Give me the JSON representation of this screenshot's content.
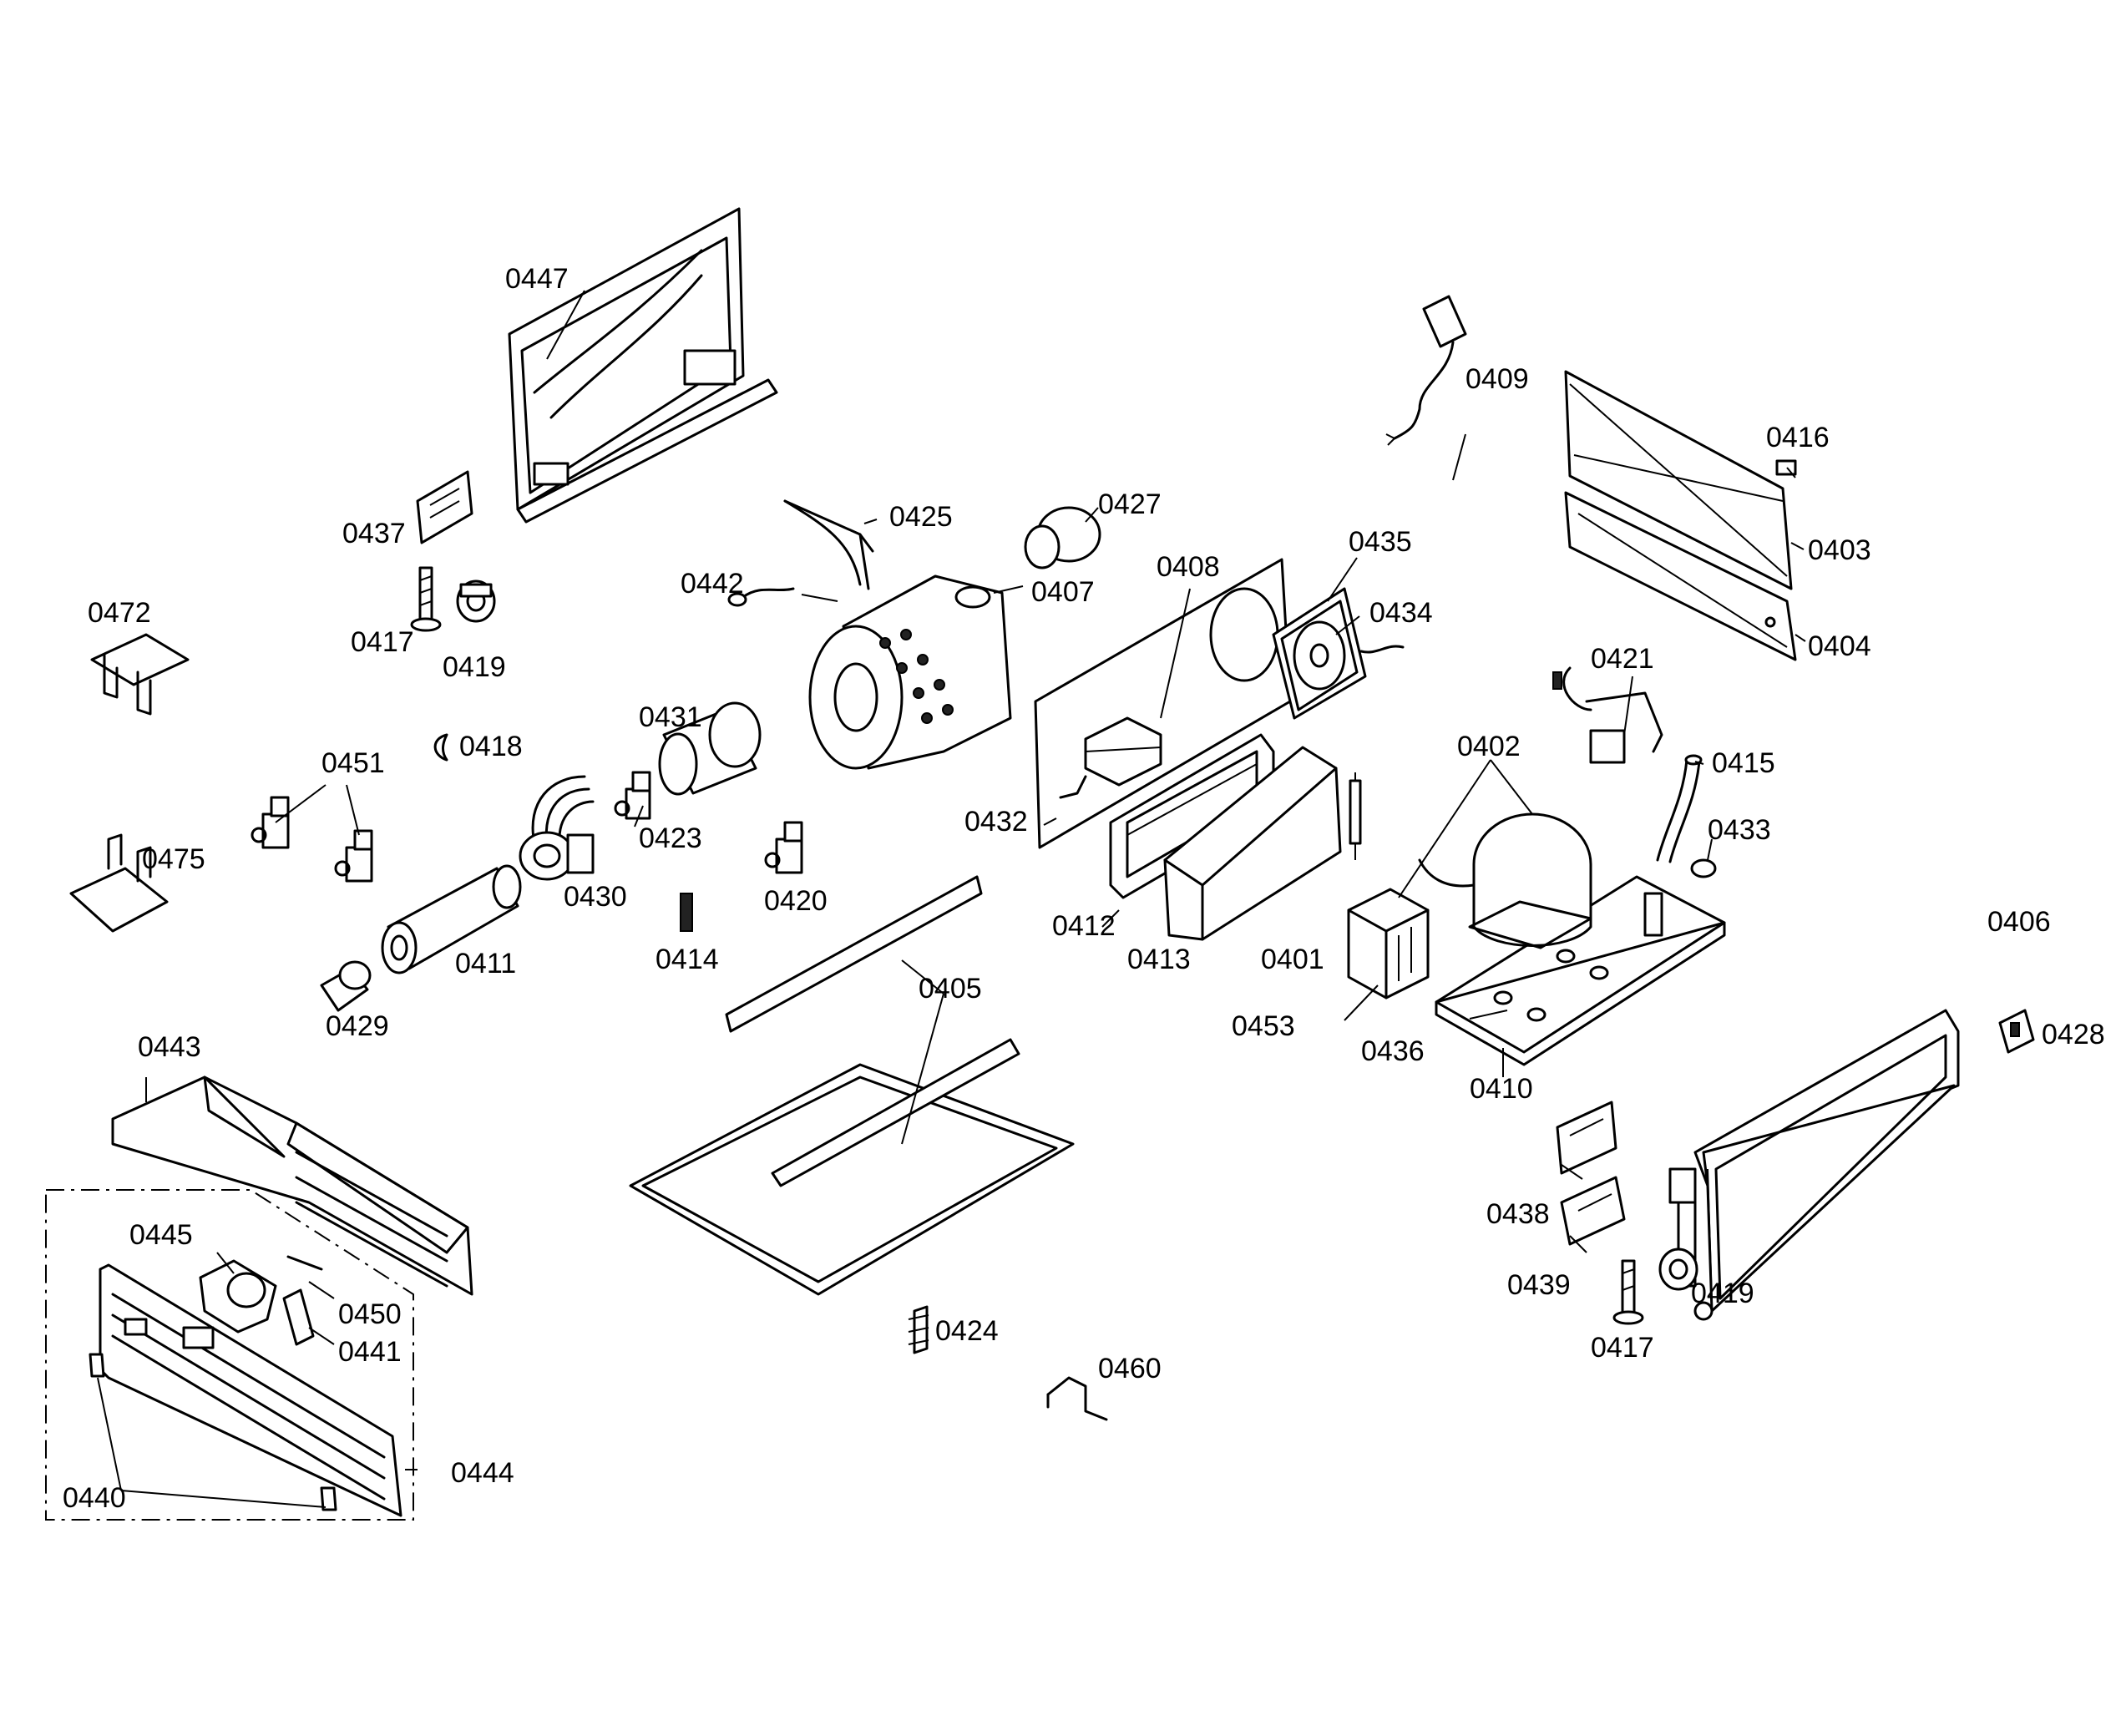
{
  "labels": {
    "l0401": "0401",
    "l0402": "0402",
    "l0403": "0403",
    "l0404": "0404",
    "l0405": "0405",
    "l0406": "0406",
    "l0407": "0407",
    "l0408": "0408",
    "l0409": "0409",
    "l0410": "0410",
    "l0411": "0411",
    "l0412": "0412",
    "l0413": "0413",
    "l0414": "0414",
    "l0415": "0415",
    "l0416": "0416",
    "l0417a": "0417",
    "l0417b": "0417",
    "l0418": "0418",
    "l0419a": "0419",
    "l0419b": "0419",
    "l0420": "0420",
    "l0421": "0421",
    "l0423": "0423",
    "l0424": "0424",
    "l0425": "0425",
    "l0427": "0427",
    "l0428": "0428",
    "l0429": "0429",
    "l0430": "0430",
    "l0431": "0431",
    "l0432": "0432",
    "l0433": "0433",
    "l0434": "0434",
    "l0435": "0435",
    "l0436": "0436",
    "l0437": "0437",
    "l0438": "0438",
    "l0439": "0439",
    "l0440": "0440",
    "l0441": "0441",
    "l0442": "0442",
    "l0443": "0443",
    "l0444": "0444",
    "l0445": "0445",
    "l0447": "0447",
    "l0450": "0450",
    "l0451": "0451",
    "l0453": "0453",
    "l0460": "0460",
    "l0472": "0472",
    "l0475": "0475"
  }
}
